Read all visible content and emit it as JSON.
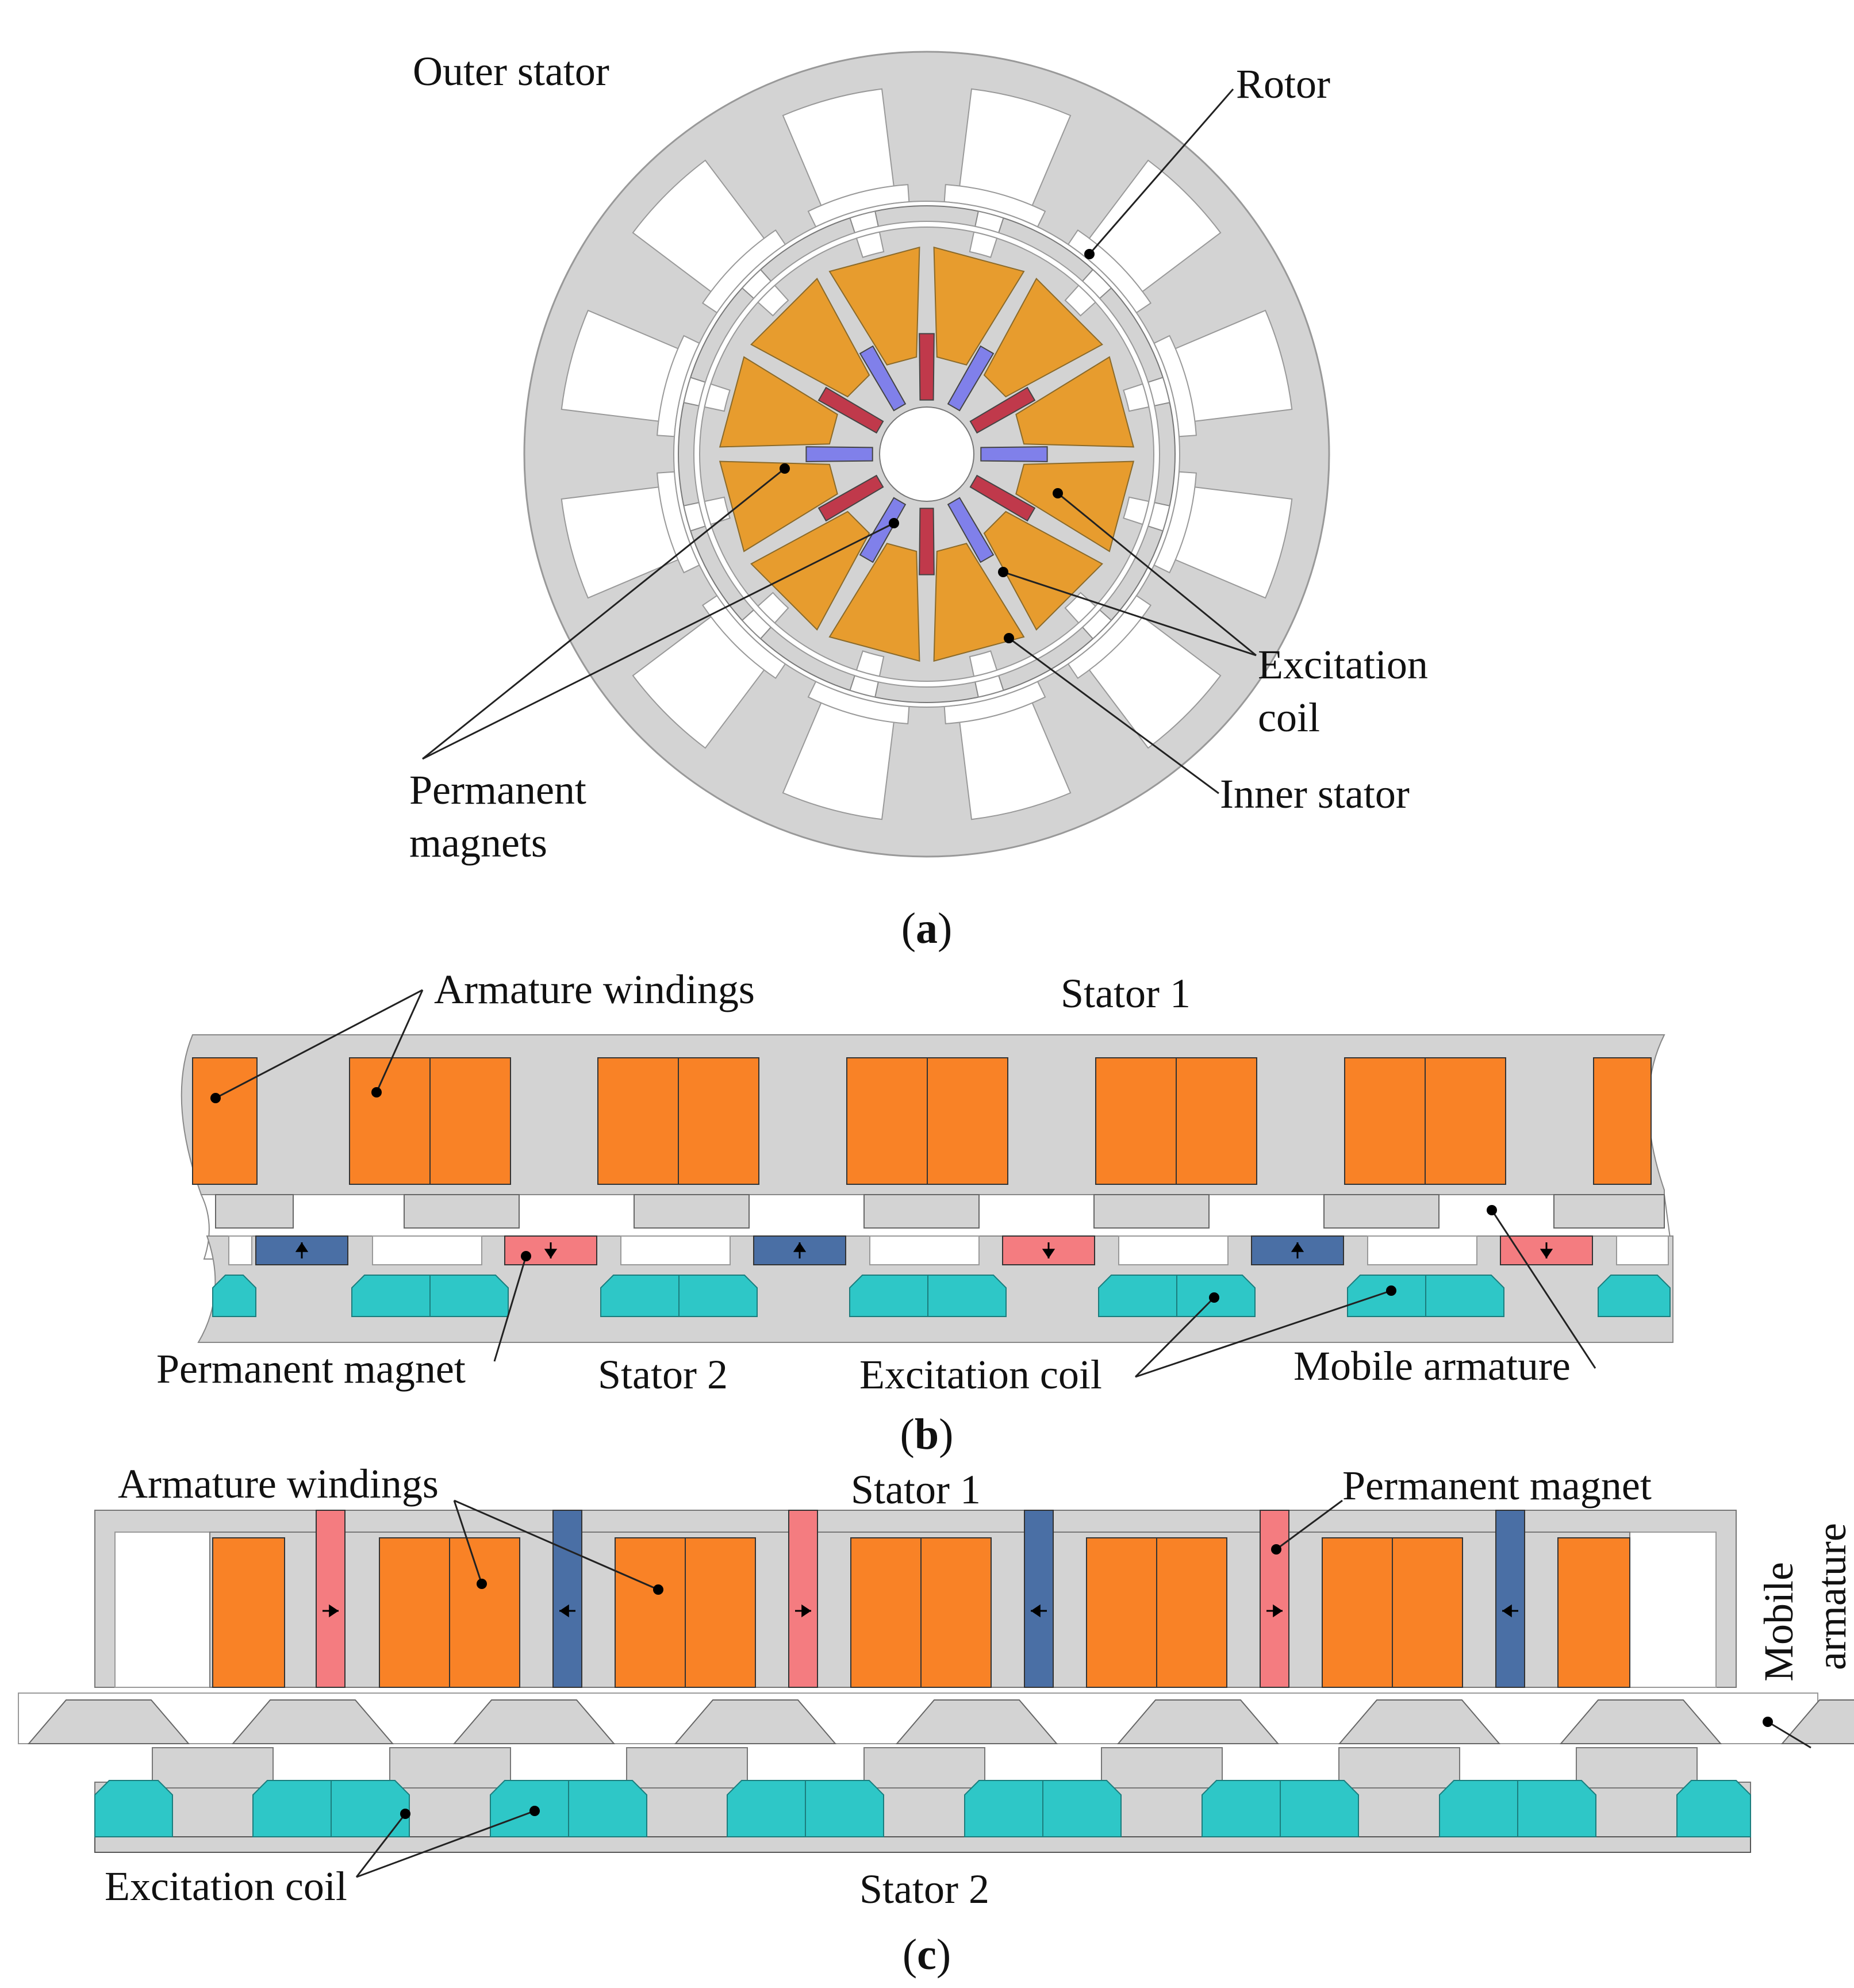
{
  "panel_a": {
    "caption_open": "(",
    "caption_letter": "a",
    "caption_close": ")",
    "labels": {
      "outer_stator": "Outer stator",
      "rotor": "Rotor",
      "excitation_coil_line1": "Excitation",
      "excitation_coil_line2": "coil",
      "inner_stator": "Inner stator",
      "permanent_magnets_line1": "Permanent",
      "permanent_magnets_line2": "magnets"
    },
    "outer_stator_teeth": 12,
    "rotor_segments": 12,
    "inner_stator_teeth": 12
  },
  "panel_b": {
    "caption_open": "(",
    "caption_letter": "b",
    "caption_close": ")",
    "labels": {
      "armature_windings": "Armature windings",
      "stator_1": "Stator 1",
      "permanent_magnet": "Permanent magnet",
      "stator_2": "Stator 2",
      "excitation_coil": "Excitation coil",
      "mobile_armature": "Mobile armature"
    },
    "magnet_directions": [
      "up",
      "down",
      "up",
      "down",
      "up",
      "down"
    ]
  },
  "panel_c": {
    "caption_open": "(",
    "caption_letter": "c",
    "caption_close": ")",
    "labels": {
      "armature_windings": "Armature windings",
      "stator_1": "Stator 1",
      "permanent_magnet": "Permanent magnet",
      "mobile_armature_line1": "Mobile",
      "mobile_armature_line2": "armature",
      "excitation_coil": "Excitation coil",
      "stator_2": "Stator 2"
    },
    "magnet_directions": [
      "right",
      "left",
      "right",
      "left",
      "right",
      "left"
    ]
  },
  "colors": {
    "iron": "#d3d3d3",
    "winding_orange": "#f98226",
    "coil_gold": "#e79c2e",
    "excitation_teal": "#2ec7c7",
    "magnet_red": "#c0394b",
    "magnet_violet": "#8080ea",
    "magnet_pink": "#f47c80",
    "magnet_blue": "#4a6fa5"
  }
}
